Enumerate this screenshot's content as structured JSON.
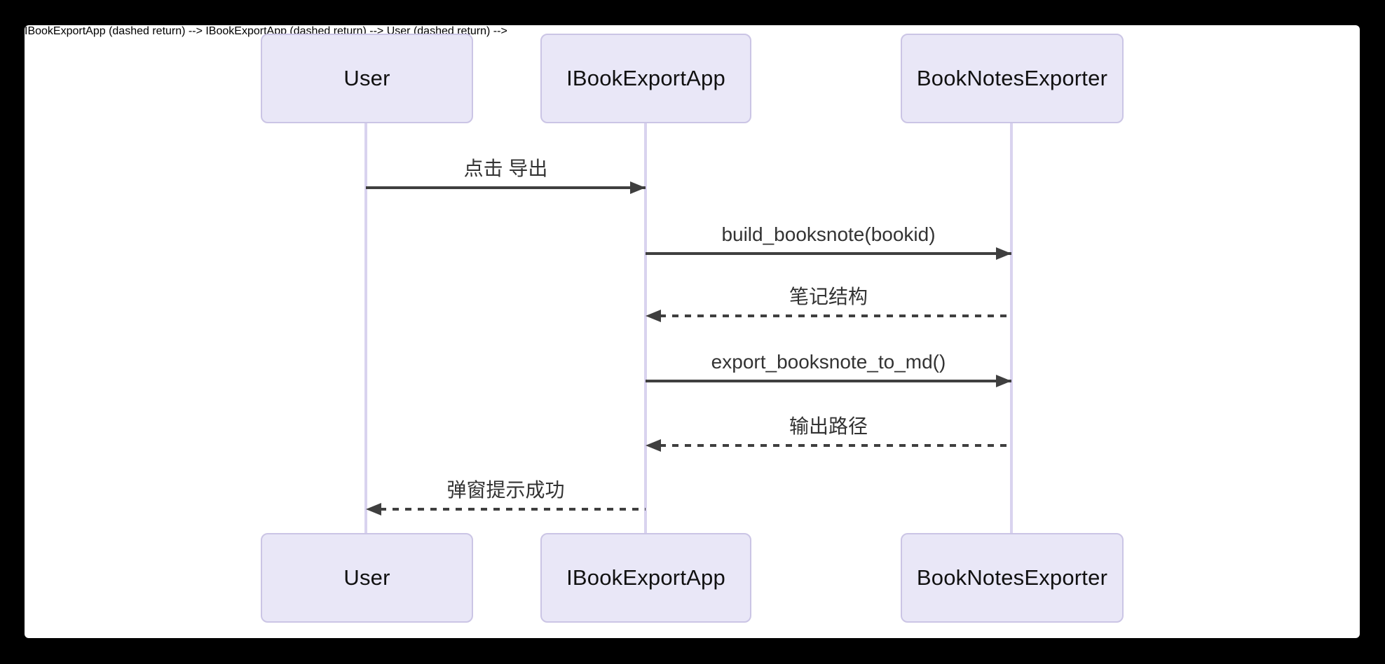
{
  "diagram": {
    "type": "sequence",
    "actors": [
      {
        "name": "User"
      },
      {
        "name": "IBookExportApp"
      },
      {
        "name": "BookNotesExporter"
      }
    ],
    "messages": [
      {
        "from": "User",
        "to": "IBookExportApp",
        "label": "点击 导出",
        "line": "solid",
        "direction": "right"
      },
      {
        "from": "IBookExportApp",
        "to": "BookNotesExporter",
        "label": "build_booksnote(bookid)",
        "line": "solid",
        "direction": "right"
      },
      {
        "from": "BookNotesExporter",
        "to": "IBookExportApp",
        "label": "笔记结构",
        "line": "dashed",
        "direction": "left"
      },
      {
        "from": "IBookExportApp",
        "to": "BookNotesExporter",
        "label": "export_booksnote_to_md()",
        "line": "solid",
        "direction": "right"
      },
      {
        "from": "BookNotesExporter",
        "to": "IBookExportApp",
        "label": "输出路径",
        "line": "dashed",
        "direction": "left"
      },
      {
        "from": "IBookExportApp",
        "to": "User",
        "label": "弹窗提示成功",
        "line": "dashed",
        "direction": "left"
      }
    ],
    "colors": {
      "page_background": "#000000",
      "canvas_background": "#ffffff",
      "actor_fill": "#e9e7f7",
      "actor_border": "#cbc5e5",
      "lifeline": "#d9d3ef",
      "arrow": "#3f3f3f",
      "message_text": "#333333",
      "actor_text": "#111111"
    }
  }
}
